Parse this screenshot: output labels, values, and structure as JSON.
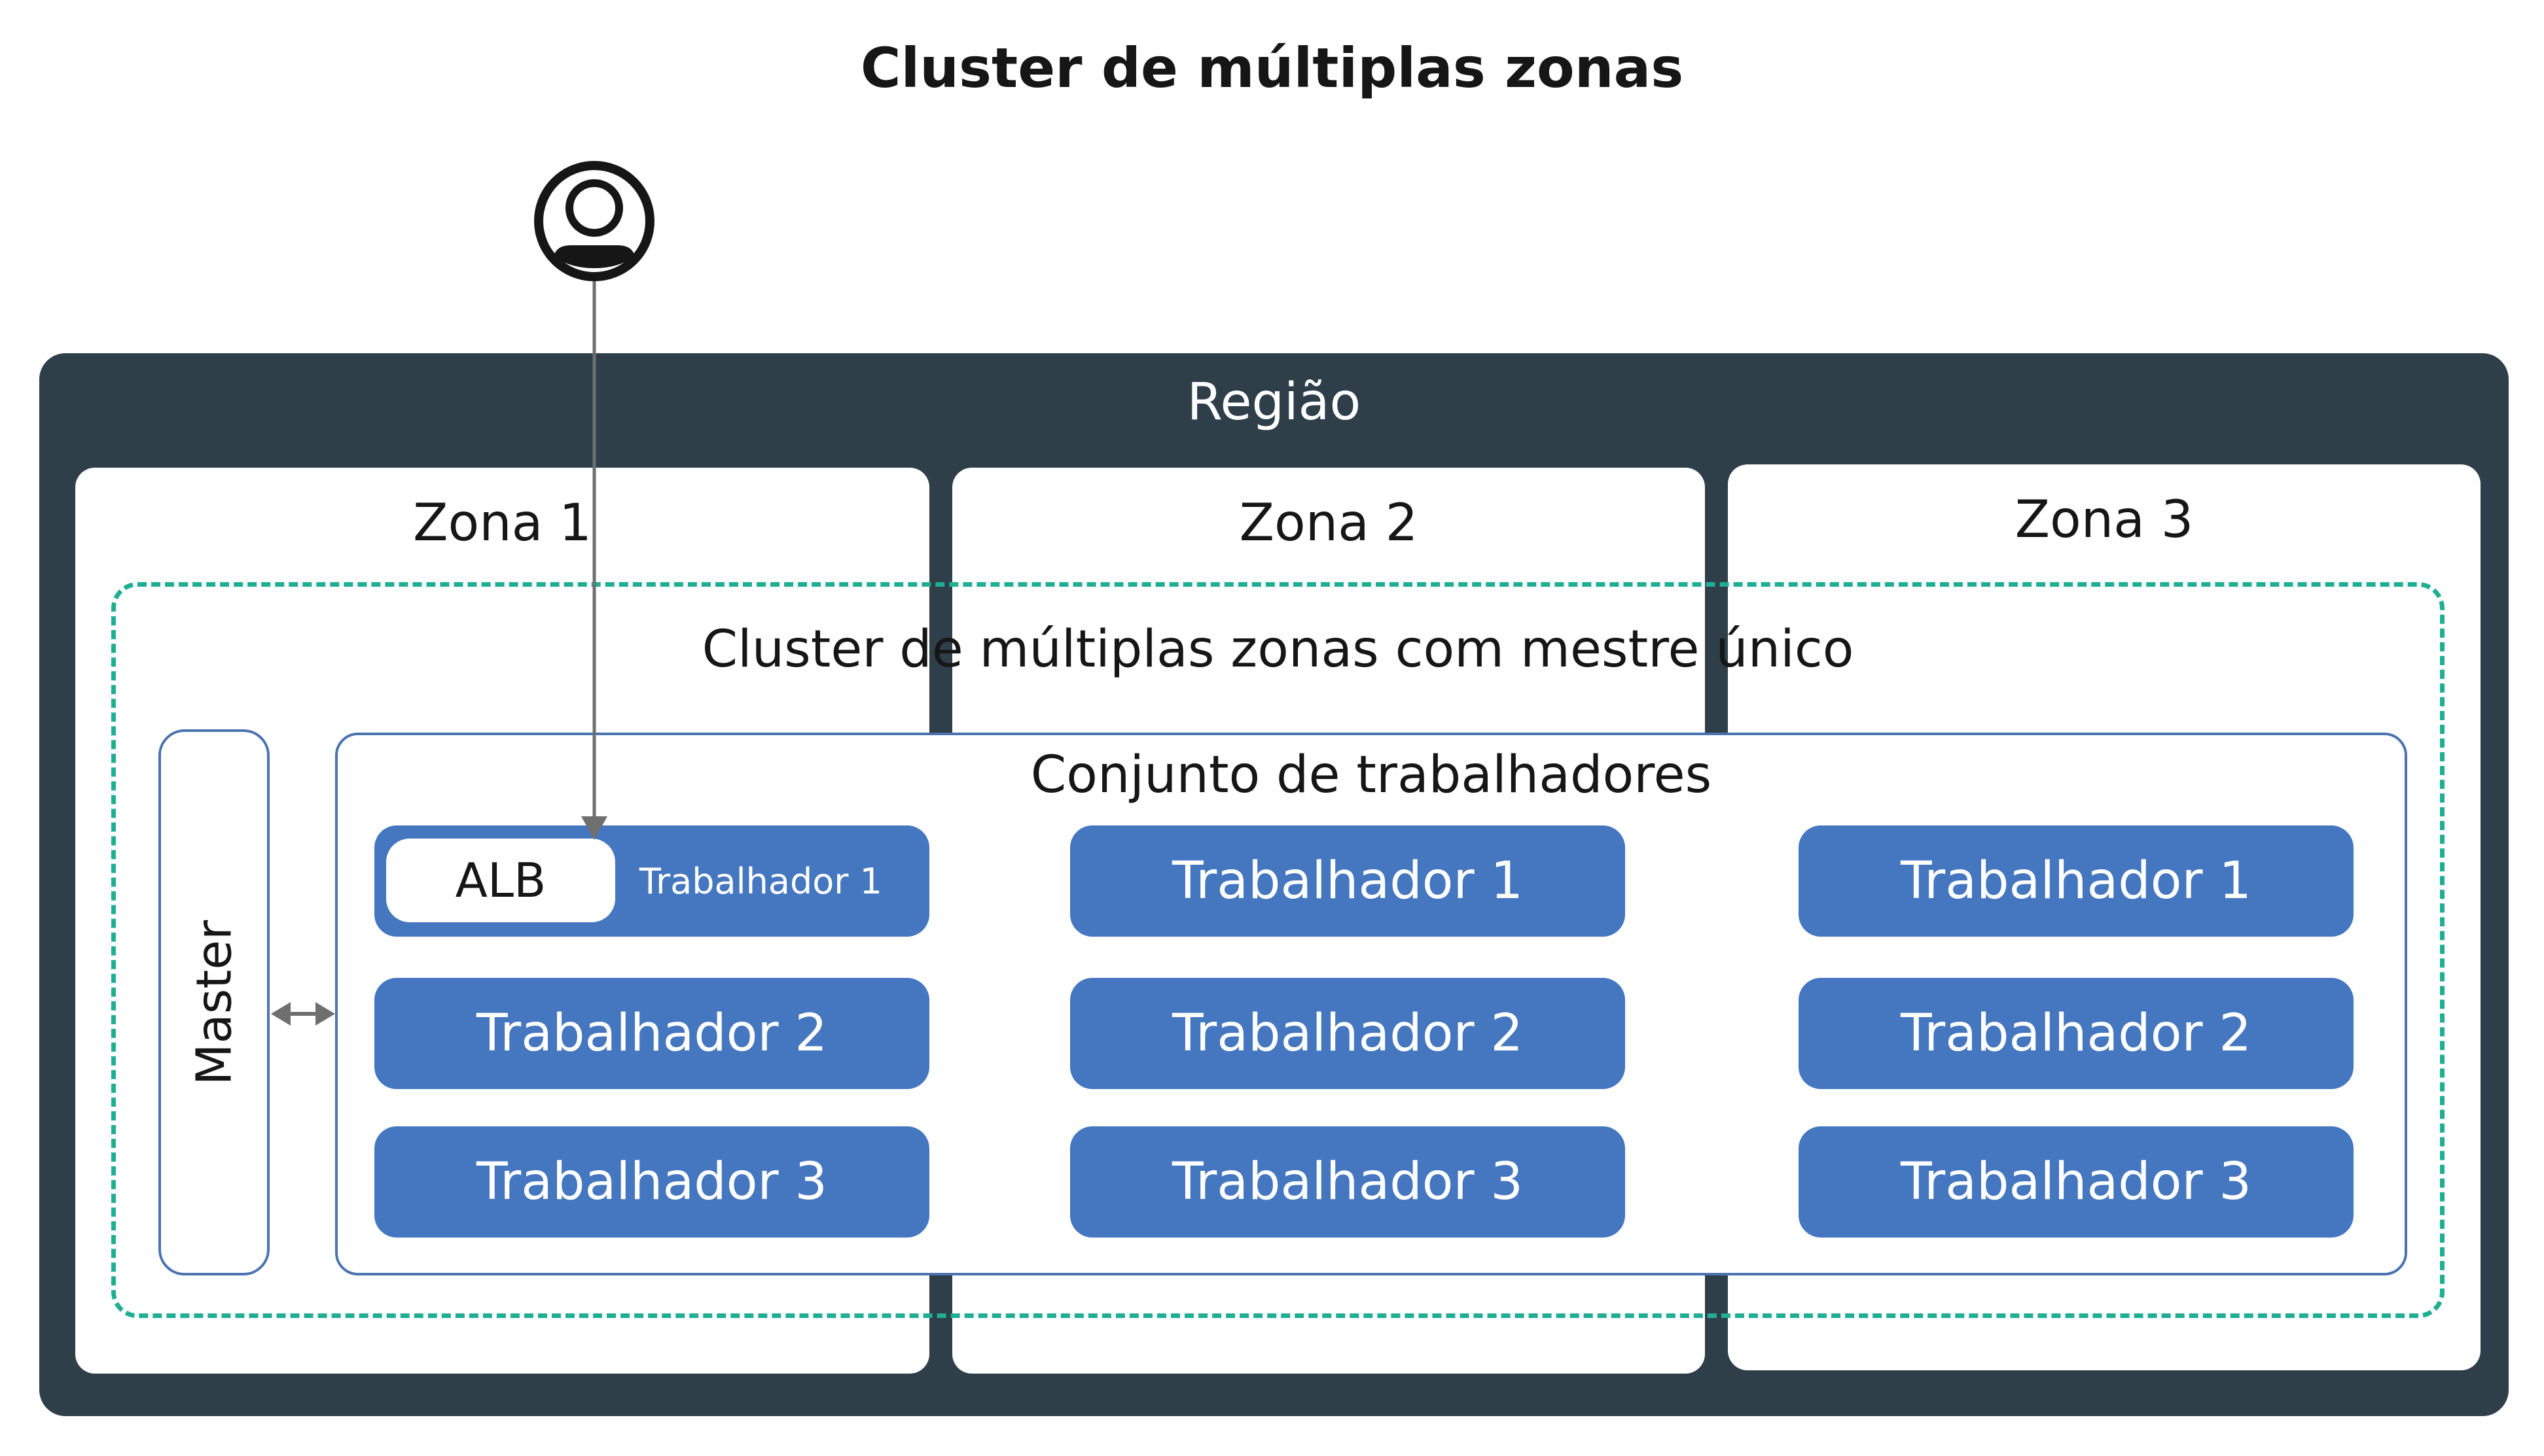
{
  "title": "Cluster de múltiplas zonas",
  "region": {
    "label": "Região"
  },
  "zones": [
    {
      "label": "Zona 1"
    },
    {
      "label": "Zona 2"
    },
    {
      "label": "Zona 3"
    }
  ],
  "cluster": {
    "label": "Cluster de múltiplas zonas com mestre único"
  },
  "master": {
    "label": "Master"
  },
  "worker_pool": {
    "label": "Conjunto de trabalhadores",
    "alb_label": "ALB",
    "columns": [
      {
        "workers": [
          "Trabalhador 1",
          "Trabalhador 2",
          "Trabalhador 3"
        ]
      },
      {
        "workers": [
          "Trabalhador 1",
          "Trabalhador 2",
          "Trabalhador 3"
        ]
      },
      {
        "workers": [
          "Trabalhador 1",
          "Trabalhador 2",
          "Trabalhador 3"
        ]
      }
    ]
  },
  "colors": {
    "region_bg": "#2e3f4a",
    "worker_bg": "#4477c0",
    "cluster_border": "#1fae93",
    "box_border": "#4a73b0"
  },
  "icons": {
    "user": "user-avatar-icon"
  }
}
